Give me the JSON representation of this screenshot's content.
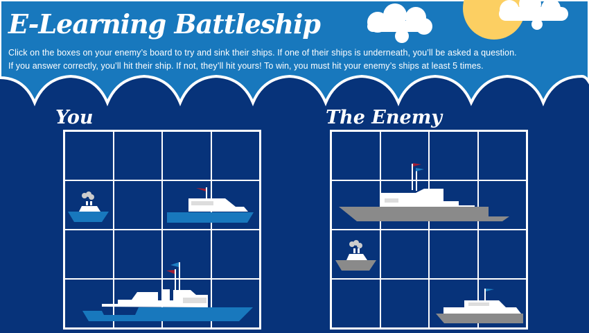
{
  "header": {
    "title": "E-Learning Battleship",
    "instructions_line1": "Click on the boxes on your enemy’s board to try and sink their ships. If one of their ships is underneath, you’ll be asked a question.",
    "instructions_line2": "If you answer correctly, you’ll hit their ship. If not, they’ll hit yours! To win, you must hit your enemy’s ships at least 5 times."
  },
  "boards": {
    "you": {
      "label": "You",
      "rows": 4,
      "cols": 4
    },
    "enemy": {
      "label": "The Enemy",
      "rows": 4,
      "cols": 4
    }
  },
  "colors": {
    "sky": "#1878bd",
    "sea": "#07337a",
    "sun": "#fccf62",
    "player_hull": "#1878bd",
    "enemy_hull": "#8a8a8a",
    "flag_red": "#a01e35",
    "flag_blue": "#1e7fc2"
  }
}
